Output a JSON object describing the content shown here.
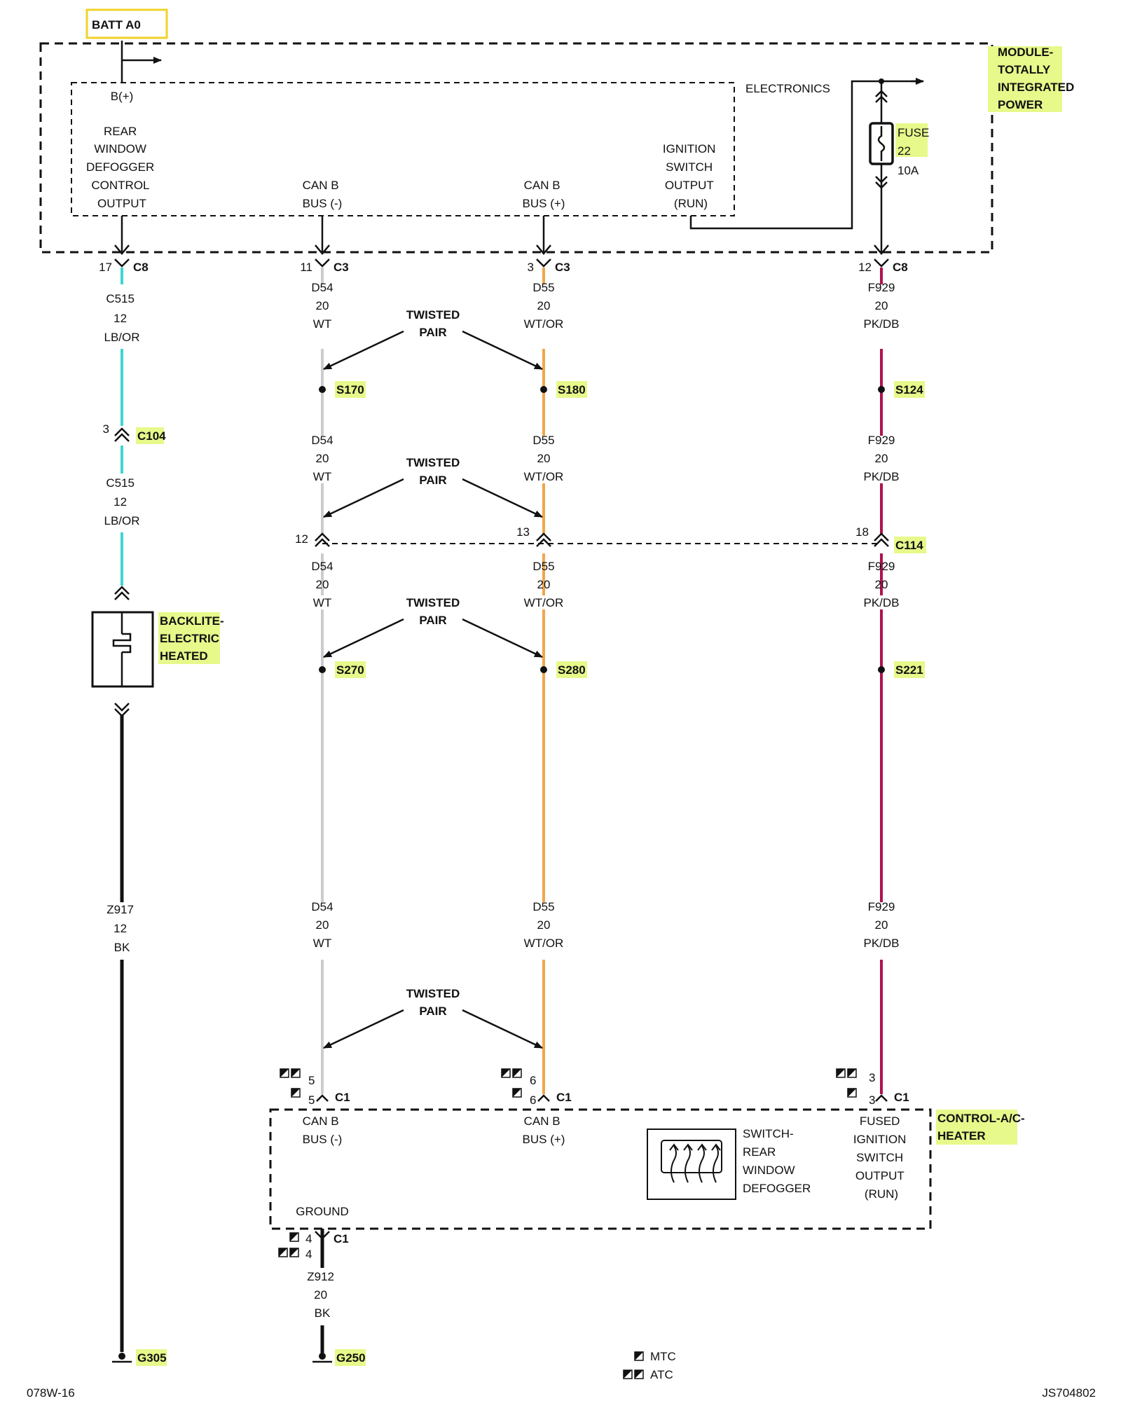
{
  "colors": {
    "wire_lbor": "#3ed6cf",
    "wire_wt": "#cccccc",
    "wire_wtor": "#f2a64b",
    "wire_pkdb": "#b0124f",
    "wire_bk": "#111111",
    "highlight": "#e6f98a",
    "batt_box": "#f2d22a"
  },
  "top": {
    "batt_label": "BATT A0",
    "tipm_lines": [
      "MODULE-",
      "TOTALLY",
      "INTEGRATED",
      "POWER"
    ],
    "electronics_label": "ELECTRONICS",
    "bplus_label": "B(+)",
    "fuse_word": "FUSE",
    "fuse_number": "22",
    "fuse_rating": "10A",
    "internal_labels": {
      "defogger": [
        "REAR",
        "WINDOW",
        "DEFOGGER",
        "CONTROL",
        "OUTPUT"
      ],
      "canb_minus": [
        "CAN B",
        "BUS (-)"
      ],
      "canb_plus": [
        "CAN B",
        "BUS (+)"
      ],
      "ignition": [
        "IGNITION",
        "SWITCH",
        "OUTPUT",
        "(RUN)"
      ]
    },
    "connectors": [
      {
        "pin": "17",
        "name": "C8"
      },
      {
        "pin": "11",
        "name": "C3"
      },
      {
        "pin": "3",
        "name": "C3"
      },
      {
        "pin": "12",
        "name": "C8"
      }
    ]
  },
  "wires": {
    "c515_a": [
      "C515",
      "12",
      "LB/OR"
    ],
    "c515_b": [
      "C515",
      "12",
      "LB/OR"
    ],
    "z917": [
      "Z917",
      "12",
      "BK"
    ],
    "d54": [
      "D54",
      "20",
      "WT"
    ],
    "d55": [
      "D55",
      "20",
      "WT/OR"
    ],
    "f929": [
      "F929",
      "20",
      "PK/DB"
    ],
    "z912": [
      "Z912",
      "20",
      "BK"
    ]
  },
  "twisted_pair": [
    "TWISTED",
    "PAIR"
  ],
  "splices": [
    "S170",
    "S180",
    "S124",
    "S270",
    "S280",
    "S221"
  ],
  "inline_connectors": {
    "c104": {
      "pin": "3",
      "name": "C104"
    },
    "c114": {
      "pins": [
        "12",
        "13",
        "18"
      ],
      "name": "C114"
    }
  },
  "backlite_lines": [
    "BACKLITE-",
    "ELECTRIC",
    "HEATED"
  ],
  "bottom": {
    "hvac_lines": [
      "CONTROL-A/C-",
      "HEATER"
    ],
    "c1_name": "C1",
    "pins": {
      "canb_minus": [
        "5",
        "5"
      ],
      "canb_plus": [
        "6",
        "6"
      ],
      "fused_ign": [
        "3",
        "3"
      ],
      "ground": [
        "4",
        "4"
      ]
    },
    "labels": {
      "canb_minus": [
        "CAN B",
        "BUS (-)"
      ],
      "canb_plus": [
        "CAN B",
        "BUS (+)"
      ],
      "switch": [
        "SWITCH-",
        "REAR",
        "WINDOW",
        "DEFOGGER"
      ],
      "fused_ign": [
        "FUSED",
        "IGNITION",
        "SWITCH",
        "OUTPUT",
        "(RUN)"
      ],
      "ground": "GROUND"
    },
    "grounds": [
      "G305",
      "G250"
    ],
    "legend": [
      {
        "icon": "single-square-icon",
        "label": "MTC"
      },
      {
        "icon": "double-square-icon",
        "label": "ATC"
      }
    ],
    "footer_left": "078W-16",
    "footer_right": "JS704802"
  }
}
